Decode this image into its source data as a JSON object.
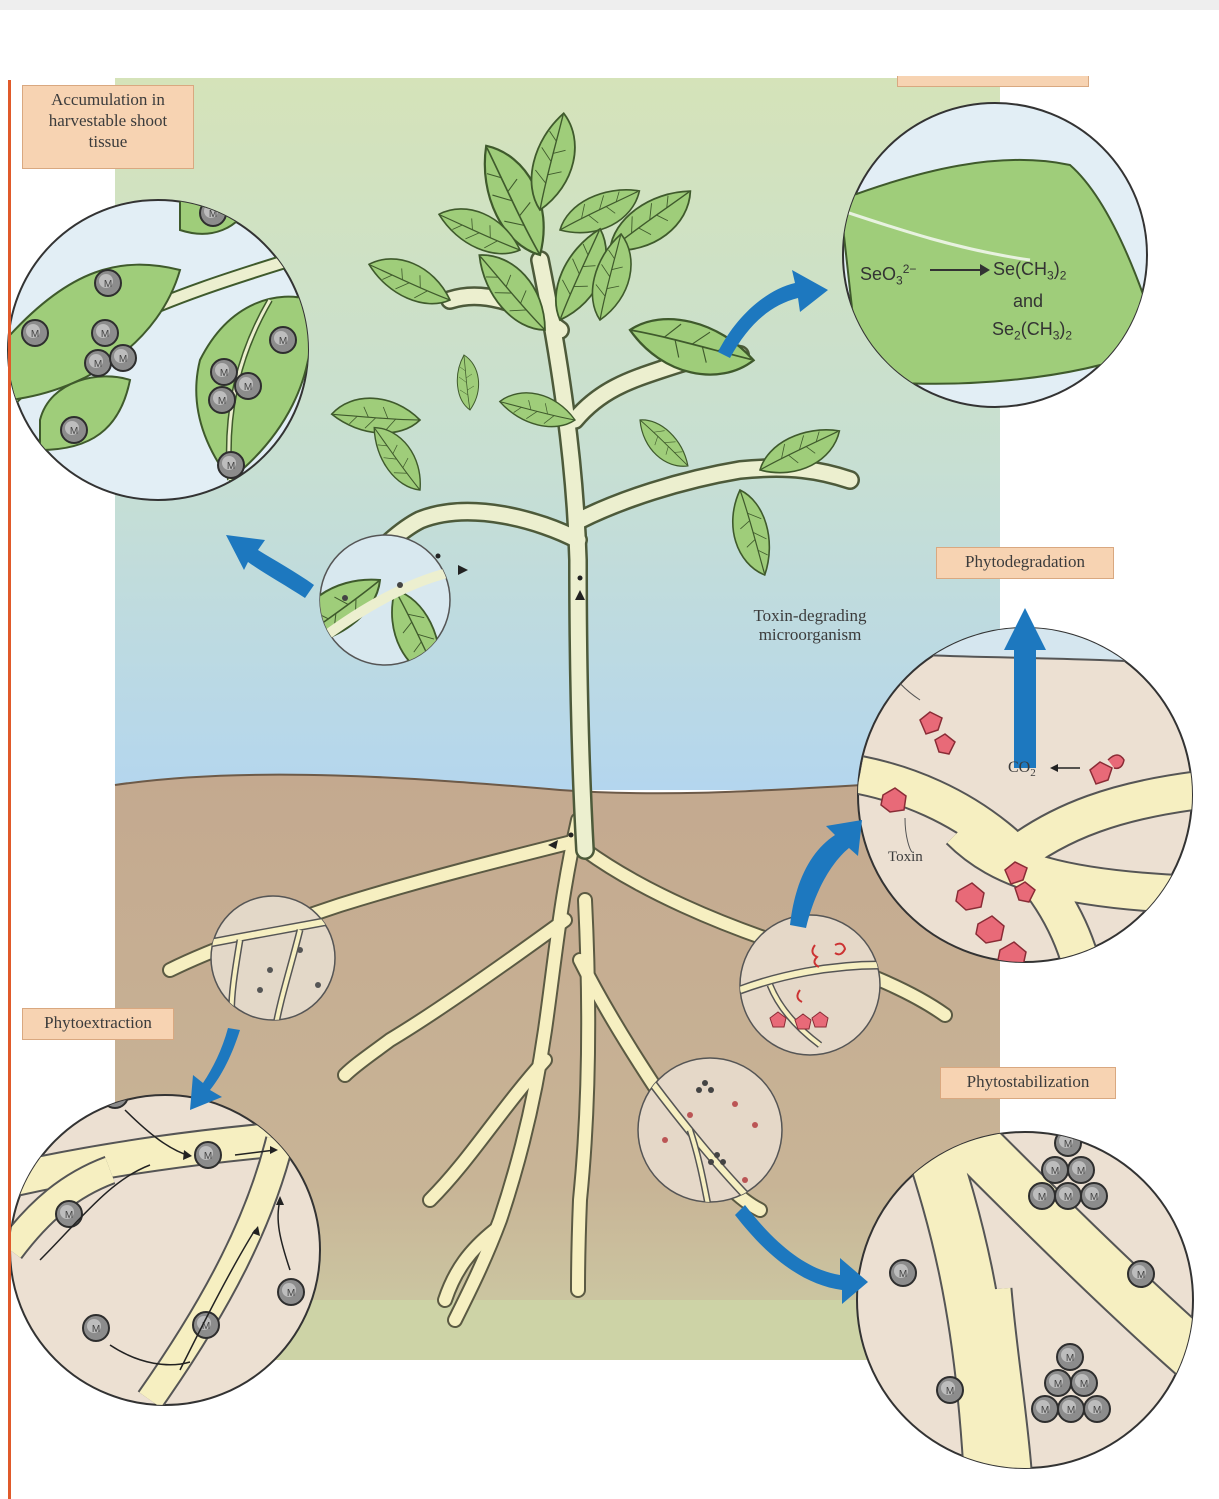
{
  "labels": {
    "accumulation": [
      "Accumulation in",
      "harvestable shoot",
      "tissue"
    ],
    "phytodegradation": "Phytodegradation",
    "toxin_microbe": [
      "Toxin-degrading",
      "microorganism"
    ],
    "toxin": "Toxin",
    "co2": "CO",
    "co2_sub": "2",
    "phytoextraction": "Phytoextraction",
    "phytostabilization": "Phytostabilization"
  },
  "chemistry": {
    "reactant": "SeO",
    "reactant_sub": "3",
    "reactant_sup": "2−",
    "product1": "Se(CH",
    "product1_sub": "3",
    "product1_end": ")",
    "product1_sub2": "2",
    "conjunction": "and",
    "product2": "Se",
    "product2_sub": "2",
    "product2_mid": "(CH",
    "product2_sub2": "3",
    "product2_end": ")",
    "product2_sub3": "2"
  },
  "metal_symbol": "M",
  "colors": {
    "sky_top": "#d3e3bc",
    "sky_bottom": "#b7d8ec",
    "soil": "#c6ad93",
    "lower_bg": "#cbd6ae",
    "leaf": "#9ccb76",
    "root": "#f7f1c4",
    "arrow": "#1d78bf",
    "label_bg": "#f7d3b2",
    "toxin": "#e86a78",
    "accent_line": "#e05a2a"
  }
}
